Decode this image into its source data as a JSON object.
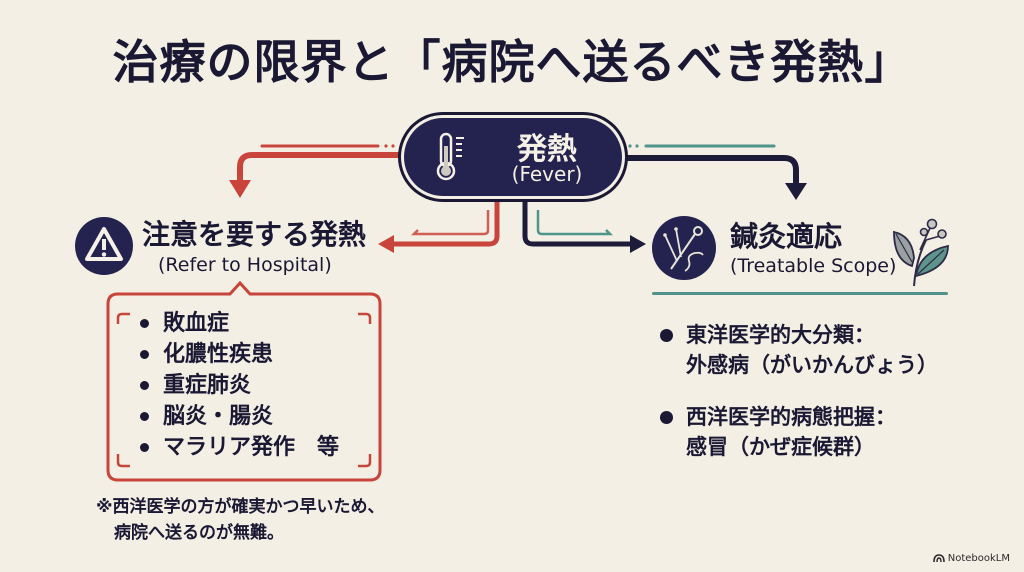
{
  "title": "治療の限界と「病院へ送るべき発熱」",
  "center": {
    "title": "発熱",
    "subtitle": "(Fever)",
    "icon": "thermometer-icon"
  },
  "left_branch": {
    "title": "注意を要する発熱",
    "subtitle": "(Refer to Hospital)",
    "icon": "warning-icon",
    "items": [
      "敗血症",
      "化膿性疾患",
      "重症肺炎",
      "脳炎・腸炎",
      "マラリア発作　等"
    ],
    "note_line1": "※西洋医学の方が確実かつ早いため、",
    "note_line2": "病院へ送るのが無難。"
  },
  "right_branch": {
    "title": "鍼灸適応",
    "subtitle": "(Treatable Scope)",
    "icon": "acupuncture-needles-icon",
    "decor_icon": "herb-leaf-icon",
    "items": [
      {
        "label": "東洋医学的大分類：",
        "value": "外感病（がいかんびょう）"
      },
      {
        "label": "西洋医学的病態把握：",
        "value": "感冒（かぜ症候群）"
      }
    ]
  },
  "colors": {
    "background": "#f3efe4",
    "navy": "#24224f",
    "red": "#c9453b",
    "teal": "#4f948a"
  },
  "brand": "NotebookLM"
}
